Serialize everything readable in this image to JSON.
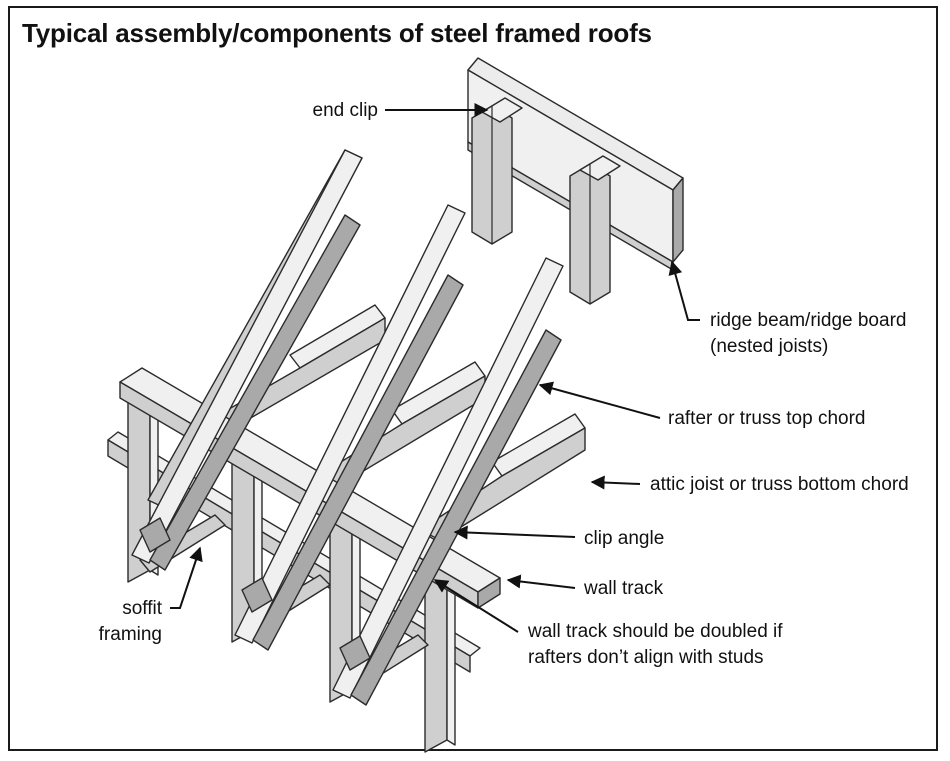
{
  "title": "Typical assembly/components of steel framed roofs",
  "labels": {
    "end_clip": "end clip",
    "ridge_beam_1": "ridge beam/ridge board",
    "ridge_beam_2": "(nested joists)",
    "rafter": "rafter or truss top chord",
    "attic_joist": "attic joist or truss bottom chord",
    "clip_angle": "clip angle",
    "wall_track": "wall track",
    "wall_track_note_1": "wall track should be doubled if",
    "wall_track_note_2": "rafters don’t align with studs",
    "soffit_1": "soffit",
    "soffit_2": "framing"
  },
  "colors": {
    "steel_light": "#f0f0f0",
    "steel_mid": "#cfcfcf",
    "steel_dark": "#a9a9a9",
    "outline": "#2b2b2b"
  }
}
